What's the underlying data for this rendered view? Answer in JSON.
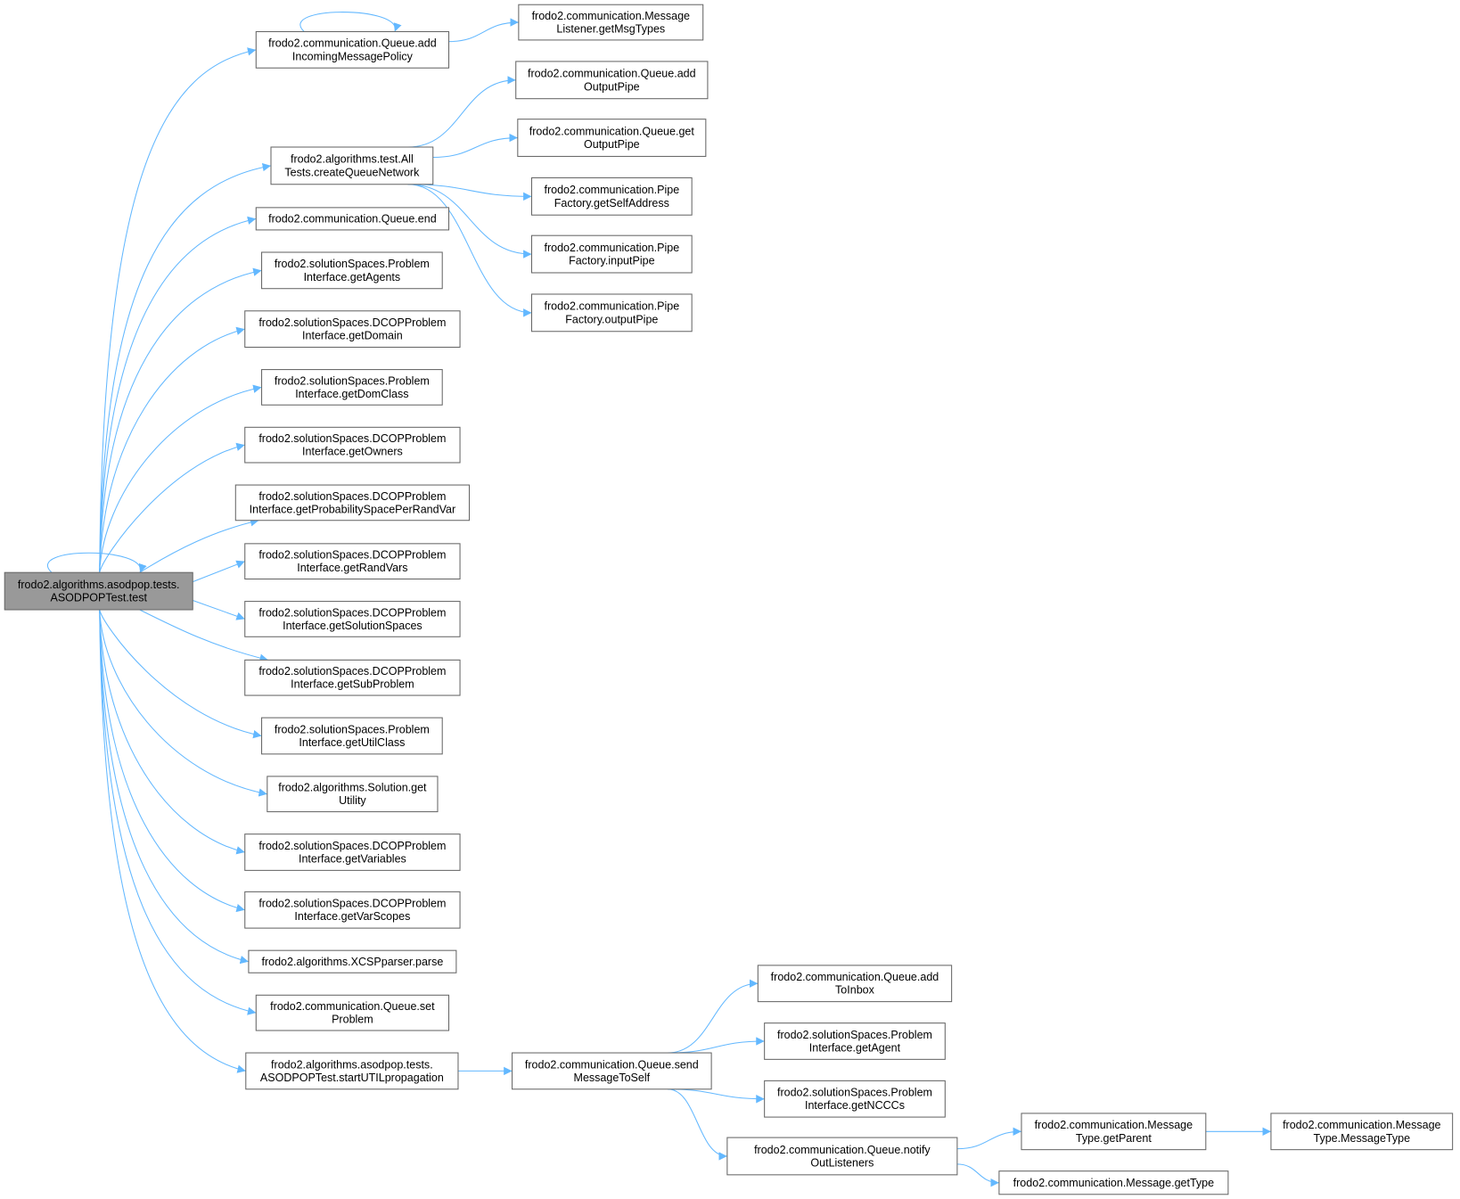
{
  "colors": {
    "edge": "#63b8ff",
    "border": "#666666",
    "main_fill": "#999999",
    "node_fill": "#ffffff"
  },
  "nodes": [
    {
      "id": "main",
      "lines": [
        "frodo2.algorithms.asodpop.tests.",
        "ASODPOPTest.test"
      ],
      "main": true
    },
    {
      "id": "n1",
      "lines": [
        "frodo2.communication.Queue.add",
        "IncomingMessagePolicy"
      ]
    },
    {
      "id": "n2",
      "lines": [
        "frodo2.communication.Message",
        "Listener.getMsgTypes"
      ]
    },
    {
      "id": "n3",
      "lines": [
        "frodo2.algorithms.test.All",
        "Tests.createQueueNetwork"
      ]
    },
    {
      "id": "n4",
      "lines": [
        "frodo2.communication.Queue.end"
      ]
    },
    {
      "id": "n5",
      "lines": [
        "frodo2.solutionSpaces.Problem",
        "Interface.getAgents"
      ]
    },
    {
      "id": "n6",
      "lines": [
        "frodo2.solutionSpaces.DCOPProblem",
        "Interface.getDomain"
      ]
    },
    {
      "id": "n7",
      "lines": [
        "frodo2.solutionSpaces.Problem",
        "Interface.getDomClass"
      ]
    },
    {
      "id": "n8",
      "lines": [
        "frodo2.solutionSpaces.DCOPProblem",
        "Interface.getOwners"
      ]
    },
    {
      "id": "n9",
      "lines": [
        "frodo2.solutionSpaces.DCOPProblem",
        "Interface.getProbabilitySpacePerRandVar"
      ]
    },
    {
      "id": "n10",
      "lines": [
        "frodo2.solutionSpaces.DCOPProblem",
        "Interface.getRandVars"
      ]
    },
    {
      "id": "n11",
      "lines": [
        "frodo2.solutionSpaces.DCOPProblem",
        "Interface.getSolutionSpaces"
      ]
    },
    {
      "id": "n12",
      "lines": [
        "frodo2.solutionSpaces.DCOPProblem",
        "Interface.getSubProblem"
      ]
    },
    {
      "id": "n13",
      "lines": [
        "frodo2.solutionSpaces.Problem",
        "Interface.getUtilClass"
      ]
    },
    {
      "id": "n14",
      "lines": [
        "frodo2.algorithms.Solution.get",
        "Utility"
      ]
    },
    {
      "id": "n15",
      "lines": [
        "frodo2.solutionSpaces.DCOPProblem",
        "Interface.getVariables"
      ]
    },
    {
      "id": "n16",
      "lines": [
        "frodo2.solutionSpaces.DCOPProblem",
        "Interface.getVarScopes"
      ]
    },
    {
      "id": "n17",
      "lines": [
        "frodo2.algorithms.XCSPparser.parse"
      ]
    },
    {
      "id": "n18",
      "lines": [
        "frodo2.communication.Queue.set",
        "Problem"
      ]
    },
    {
      "id": "n19",
      "lines": [
        "frodo2.algorithms.asodpop.tests.",
        "ASODPOPTest.startUTILpropagation"
      ]
    },
    {
      "id": "n20",
      "lines": [
        "frodo2.communication.Queue.add",
        "OutputPipe"
      ]
    },
    {
      "id": "n21",
      "lines": [
        "frodo2.communication.Queue.get",
        "OutputPipe"
      ]
    },
    {
      "id": "n22",
      "lines": [
        "frodo2.communication.Pipe",
        "Factory.getSelfAddress"
      ]
    },
    {
      "id": "n23",
      "lines": [
        "frodo2.communication.Pipe",
        "Factory.inputPipe"
      ]
    },
    {
      "id": "n24",
      "lines": [
        "frodo2.communication.Pipe",
        "Factory.outputPipe"
      ]
    },
    {
      "id": "n25",
      "lines": [
        "frodo2.communication.Queue.send",
        "MessageToSelf"
      ]
    },
    {
      "id": "n26",
      "lines": [
        "frodo2.communication.Queue.add",
        "ToInbox"
      ]
    },
    {
      "id": "n27",
      "lines": [
        "frodo2.solutionSpaces.Problem",
        "Interface.getAgent"
      ]
    },
    {
      "id": "n28",
      "lines": [
        "frodo2.solutionSpaces.Problem",
        "Interface.getNCCCs"
      ]
    },
    {
      "id": "n29",
      "lines": [
        "frodo2.communication.Queue.notify",
        "OutListeners"
      ]
    },
    {
      "id": "n30",
      "lines": [
        "frodo2.communication.Message",
        "Type.getParent"
      ]
    },
    {
      "id": "n31",
      "lines": [
        "frodo2.communication.Message",
        "Type.MessageType"
      ]
    },
    {
      "id": "n32",
      "lines": [
        "frodo2.communication.Message.getType"
      ]
    }
  ],
  "edges": [
    [
      "main",
      "main"
    ],
    [
      "main",
      "n1"
    ],
    [
      "main",
      "n3"
    ],
    [
      "main",
      "n4"
    ],
    [
      "main",
      "n5"
    ],
    [
      "main",
      "n6"
    ],
    [
      "main",
      "n7"
    ],
    [
      "main",
      "n8"
    ],
    [
      "main",
      "n9"
    ],
    [
      "main",
      "n10"
    ],
    [
      "main",
      "n11"
    ],
    [
      "main",
      "n12"
    ],
    [
      "main",
      "n13"
    ],
    [
      "main",
      "n14"
    ],
    [
      "main",
      "n15"
    ],
    [
      "main",
      "n16"
    ],
    [
      "main",
      "n17"
    ],
    [
      "main",
      "n18"
    ],
    [
      "main",
      "n19"
    ],
    [
      "n1",
      "n1"
    ],
    [
      "n1",
      "n2"
    ],
    [
      "n3",
      "n20"
    ],
    [
      "n3",
      "n21"
    ],
    [
      "n3",
      "n22"
    ],
    [
      "n3",
      "n23"
    ],
    [
      "n3",
      "n24"
    ],
    [
      "n19",
      "n25"
    ],
    [
      "n25",
      "n26"
    ],
    [
      "n25",
      "n27"
    ],
    [
      "n25",
      "n28"
    ],
    [
      "n25",
      "n29"
    ],
    [
      "n29",
      "n30"
    ],
    [
      "n29",
      "n32"
    ],
    [
      "n30",
      "n31"
    ]
  ]
}
